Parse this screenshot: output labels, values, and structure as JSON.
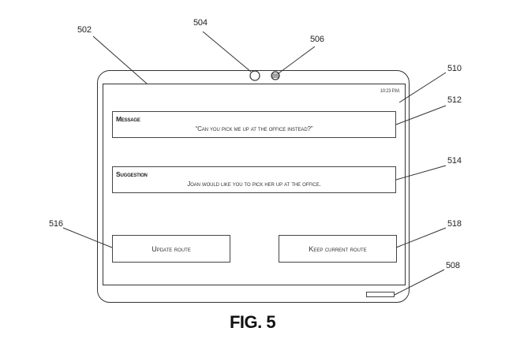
{
  "device": {
    "status_bar": {
      "time": "10:23 P.M."
    },
    "message_card": {
      "title": "Message",
      "body": "“Can you pick me up at the office instead?”"
    },
    "suggestion_card": {
      "title": "Suggestion",
      "body": "Joan would like you to pick her up at the office."
    },
    "buttons": {
      "update_route": "Update route",
      "keep_current_route": "Keep current route"
    },
    "icons": {
      "camera": "camera-icon",
      "sensor": "sensor-icon",
      "home_button": "home-button"
    }
  },
  "reference_numerals": {
    "device": "502",
    "camera": "504",
    "sensor": "506",
    "home_button": "508",
    "screen": "510",
    "message_card": "512",
    "suggestion_card": "514",
    "update_route_button": "516",
    "keep_route_button": "518"
  },
  "figure_label": "FIG. 5"
}
